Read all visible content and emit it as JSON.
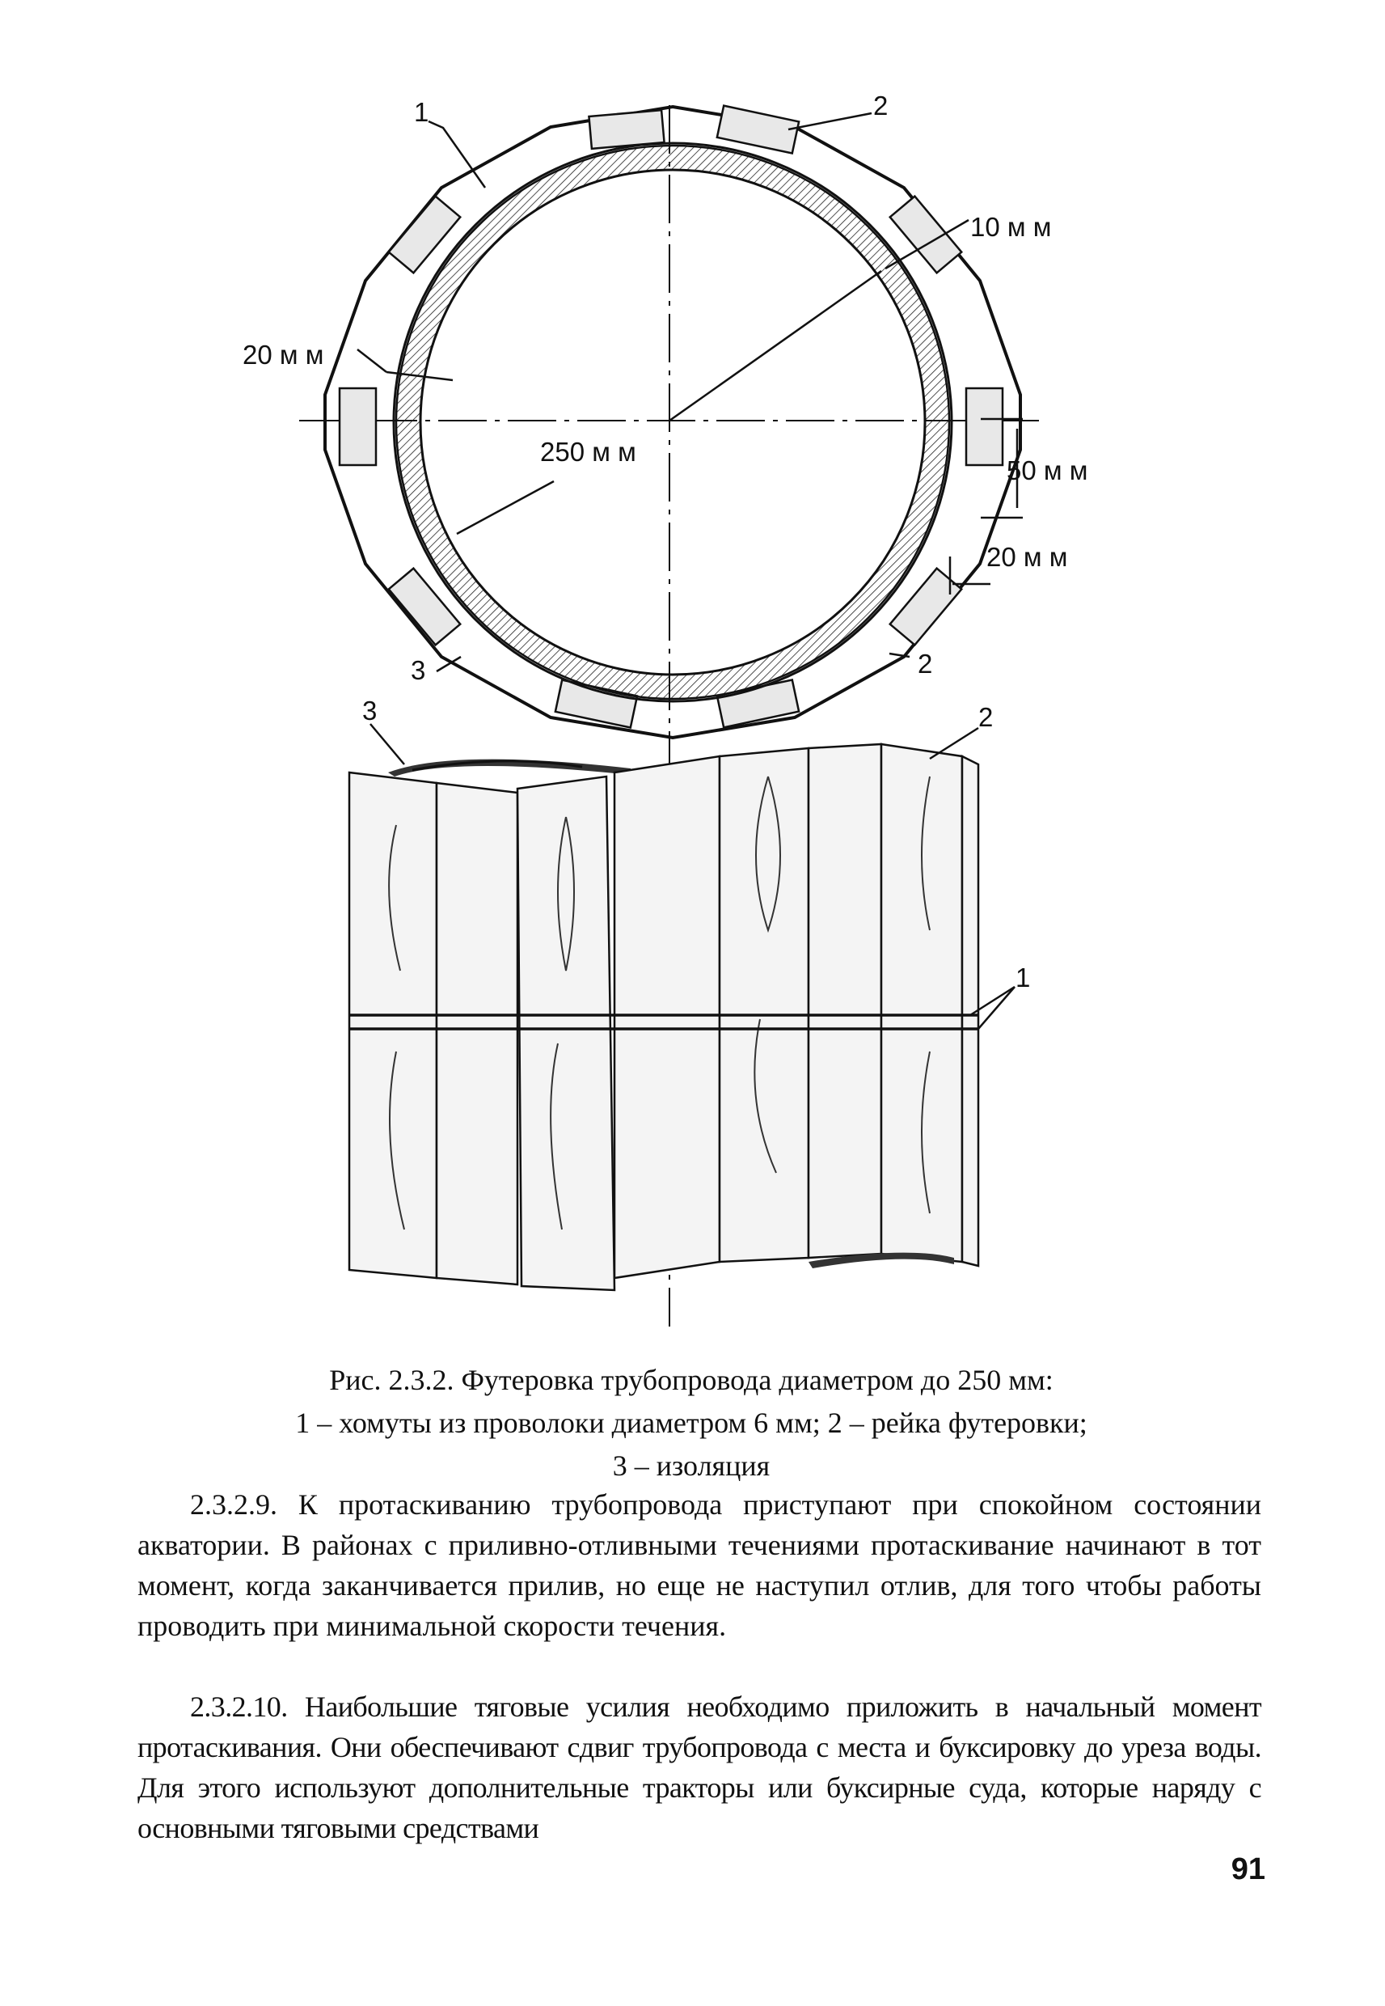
{
  "figure": {
    "top_view": {
      "label_clamp": "1",
      "label_lath_top": "2",
      "label_lath_bottom": "2",
      "label_insulation": "3",
      "dim_wall": "10 м м",
      "dim_left": "20 м м",
      "dim_diameter": "250 м м",
      "dim_lath_width": "50 м м",
      "dim_lath_thickness": "20 м м"
    },
    "side_view": {
      "label_insulation": "3",
      "label_lath": "2",
      "label_clamps": "1"
    }
  },
  "caption": {
    "line1": "Рис. 2.3.2. Футеровка трубопровода диаметром до 250 мм:",
    "line2": "1 – хомуты из проволоки диаметром 6 мм; 2 – рейка футеровки;",
    "line3": "3 – изоляция"
  },
  "paragraphs": [
    {
      "text": "2.3.2.9. К протаскиванию трубопровода приступают при спокойном состоянии акватории. В районах с приливно-отливными течениями протаскивание начинают в тот момент, когда заканчивается прилив, но еще не наступил отлив, для того чтобы работы проводить при минимальной скорости течения."
    },
    {
      "text": "2.3.2.10. Наибольшие тяговые усилия необходимо приложить в начальный момент протаскивания. Они обеспечивают сдвиг трубопровода с места и буксировку до уреза воды. Для этого используют дополнительные тракторы или буксирные суда, которые наряду с основными тяговыми средствами"
    }
  ],
  "page_number": "91"
}
